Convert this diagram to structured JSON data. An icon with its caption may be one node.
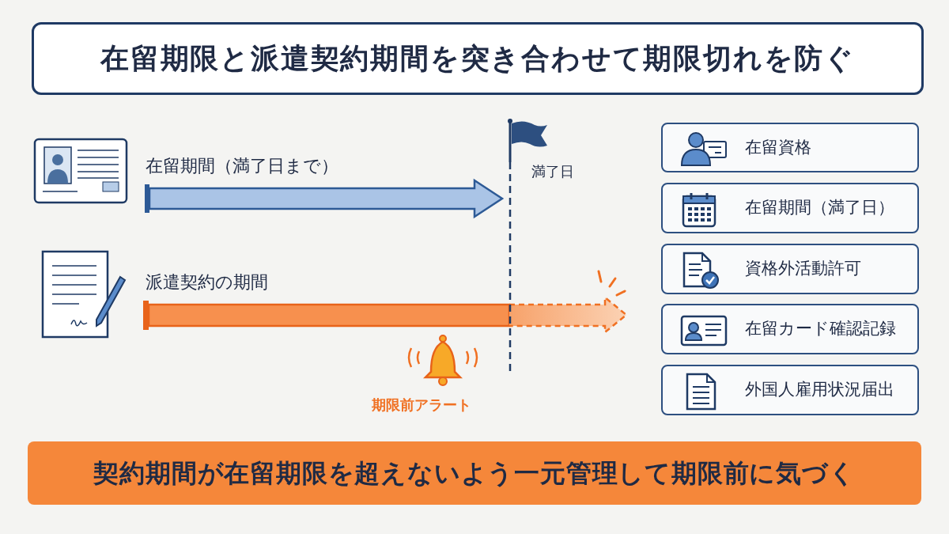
{
  "diagram": {
    "nodes": [
      {
        "text": [
          "在留期限と派遣契約期間を突き合わせて期限切れを防ぐ"
        ]
      },
      {
        "text": [
          "在留資格"
        ]
      },
      {
        "text": [
          "在留期間（満了日）"
        ]
      },
      {
        "text": [
          "資格外活動許可"
        ]
      },
      {
        "text": [
          "在留カード確認記録"
        ]
      },
      {
        "text": [
          "外国人雇用状況届出"
        ]
      },
      {
        "text": [
          "契約期間が在留期限を超えないよう一元管理して期限前に気づく"
        ]
      }
    ],
    "labels": [
      "在留期間（満了日まで）",
      "満了日",
      "派遣契約の期間",
      "期限前アラート"
    ]
  }
}
